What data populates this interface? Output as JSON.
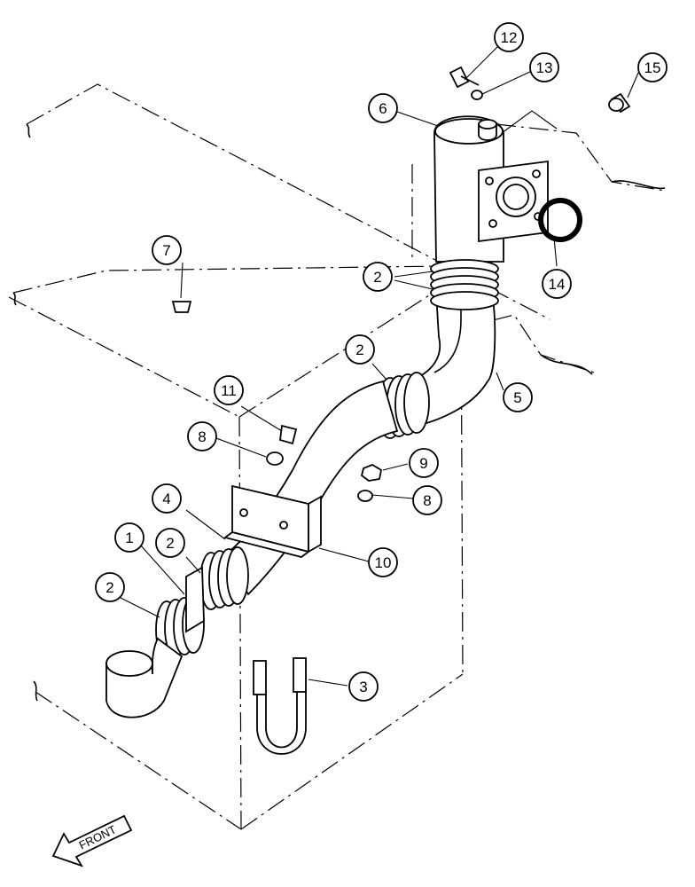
{
  "callouts": [
    {
      "id": "c12",
      "label": "12"
    },
    {
      "id": "c13",
      "label": "13"
    },
    {
      "id": "c15",
      "label": "15"
    },
    {
      "id": "c6",
      "label": "6"
    },
    {
      "id": "c7",
      "label": "7"
    },
    {
      "id": "c2a",
      "label": "2"
    },
    {
      "id": "c14",
      "label": "14"
    },
    {
      "id": "c2b",
      "label": "2"
    },
    {
      "id": "c5",
      "label": "5"
    },
    {
      "id": "c11",
      "label": "11"
    },
    {
      "id": "c8a",
      "label": "8"
    },
    {
      "id": "c9",
      "label": "9"
    },
    {
      "id": "c8b",
      "label": "8"
    },
    {
      "id": "c4",
      "label": "4"
    },
    {
      "id": "c1",
      "label": "1"
    },
    {
      "id": "c2c",
      "label": "2"
    },
    {
      "id": "c10",
      "label": "10"
    },
    {
      "id": "c2d",
      "label": "2"
    },
    {
      "id": "c3",
      "label": "3"
    }
  ],
  "front_label": "FRONT",
  "colors": {
    "line": "#000000",
    "background": "#ffffff"
  }
}
